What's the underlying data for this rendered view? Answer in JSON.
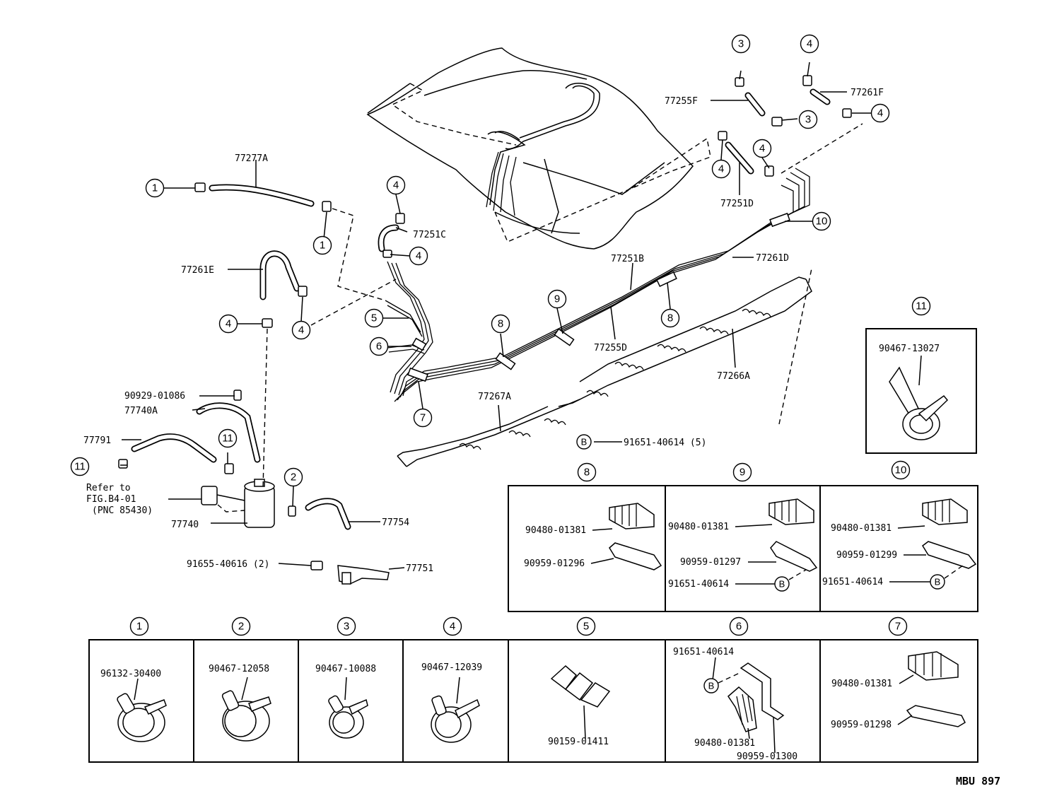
{
  "parts": {
    "p77277A": "77277A",
    "p77261E": "77261E",
    "p77251C": "77251C",
    "p77255F": "77255F",
    "p77261F": "77261F",
    "p77251D": "77251D",
    "p77251B": "77251B",
    "p77261D": "77261D",
    "p77255D": "77255D",
    "p77266A": "77266A",
    "p77267A": "77267A",
    "p90929": "90929-01086",
    "p77740A": "77740A",
    "p77791": "77791",
    "refer1": "Refer to",
    "refer2": "FIG.B4-01",
    "refer3": "(PNC 85430)",
    "p77740": "77740",
    "p77754": "77754",
    "p91655": "91655-40616 (2)",
    "p77751": "77751",
    "p91651_5": "91651-40614 (5)"
  },
  "callouts": {
    "c1": "1",
    "c2": "2",
    "c3": "3",
    "c4": "4",
    "c5": "5",
    "c6": "6",
    "c7": "7",
    "c8": "8",
    "c9": "9",
    "c10": "10",
    "c11": "11",
    "cB": "B"
  },
  "detail": {
    "d11_part": "90467-13027",
    "d8_a": "90480-01381",
    "d8_b": "90959-01296",
    "d9_a": "90480-01381",
    "d9_b": "90959-01297",
    "d9_c": "91651-40614",
    "d10_a": "90480-01381",
    "d10_b": "90959-01299",
    "d10_c": "91651-40614",
    "d1": "96132-30400",
    "d2": "90467-12058",
    "d3": "90467-10088",
    "d4": "90467-12039",
    "d5": "90159-01411",
    "d6_a": "91651-40614",
    "d6_b": "90480-01381",
    "d6_c": "90959-01300",
    "d7_a": "90480-01381",
    "d7_b": "90959-01298"
  },
  "code": "MBU 897"
}
